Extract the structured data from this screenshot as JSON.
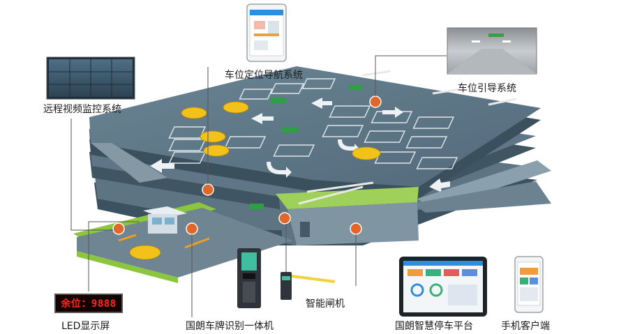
{
  "labels": {
    "remote_monitoring": "远程视频监控系统",
    "space_navigation": "车位定位导航系统",
    "space_guidance": "车位引导系统",
    "led_display": "LED显示屏",
    "plate_recognition": "国朗车牌识别一体机",
    "smart_gate": "智能闸机",
    "parking_platform": "国朗智慧停车平台",
    "mobile_client": "手机客户端"
  },
  "led_screen_text": "余位：9888",
  "colors": {
    "floor_top": "#5a7382",
    "floor_side": "#3f5562",
    "marker": "#e0662a",
    "car": "#f2c21a",
    "grass": "#8cc63f",
    "connector": "#555555"
  }
}
